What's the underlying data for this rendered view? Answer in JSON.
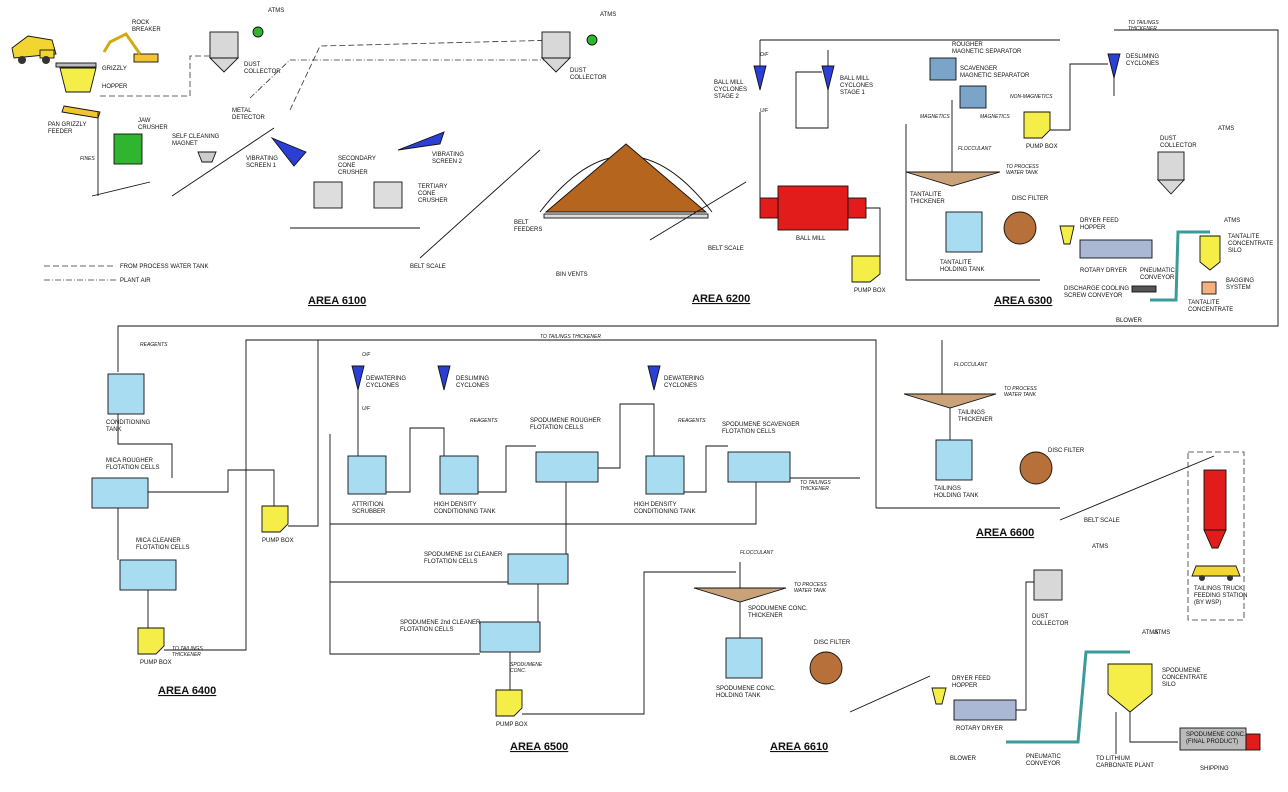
{
  "areas": {
    "a6100": "AREA 6100",
    "a6200": "AREA 6200",
    "a6300": "AREA 6300",
    "a6400": "AREA 6400",
    "a6500": "AREA 6500",
    "a6600": "AREA 6600",
    "a6610": "AREA 6610"
  },
  "legend": {
    "process_water": "FROM PROCESS WATER TANK",
    "plant_air": "PLANT AIR"
  },
  "labels6100": {
    "atms": "ATMS",
    "rock_breaker": "ROCK\nBREAKER",
    "grizzly": "GRIZZLY",
    "hopper": "HOPPER",
    "pan_feeder": "PAN GRIZZLY\nFEEDER",
    "jaw": "JAW\nCRUSHER",
    "fines": "FINES",
    "magnet": "SELF CLEANING\nMAGNET",
    "dust1": "DUST\nCOLLECTOR",
    "metal": "METAL\nDETECTOR",
    "vib1": "VIBRATING\nSCREEN 1",
    "sec_cone": "SECONDARY\nCONE\nCRUSHER",
    "ter_cone": "TERTIARY\nCONE\nCRUSHER",
    "vib2": "VIBRATING\nSCREEN 2",
    "belt_scale": "BELT SCALE"
  },
  "labels6200": {
    "dust2": "DUST\nCOLLECTOR",
    "atms": "ATMS",
    "belt_feeders": "BELT\nFEEDERS",
    "bin_vents": "BIN VENTS",
    "belt_scale": "BELT SCALE",
    "bm_cyc2": "BALL MILL\nCYCLONES\nSTAGE 2",
    "bm_cyc1": "BALL MILL\nCYCLONES\nSTAGE 1",
    "of": "O/F",
    "uf": "U/F",
    "ball_mill": "BALL MILL",
    "pump_box": "PUMP BOX"
  },
  "labels6300": {
    "rougher_mag": "ROUGHER\nMAGNETIC SEPARATOR",
    "scav_mag": "SCAVENGER\nMAGNETIC SEPARATOR",
    "non_mag": "NON-MAGNETICS",
    "magnetics": "MAGNETICS",
    "tailings_thk": "TO TAILINGS\nTHICKENER",
    "desliming": "DESLIMING\nCYCLONES",
    "pump_box": "PUMP BOX",
    "flocculant": "FLOCCULANT",
    "to_process": "TO PROCESS\nWATER TANK",
    "tant_thk": "TANTALITE\nTHICKENER",
    "disc_filter": "DISC FILTER",
    "tant_hold": "TANTALITE\nHOLDING TANK",
    "dryer_feed": "DRYER FEED\nHOPPER",
    "rotary": "ROTARY DRYER",
    "dust3": "DUST\nCOLLECTOR",
    "atms": "ATMS",
    "tant_silo": "TANTALITE\nCONCENTRATE\nSILO",
    "pneumatic": "PNEUMATIC\nCONVEYOR",
    "bagging": "BAGGING\nSYSTEM",
    "tant_conc": "TANTALITE\nCONCENTRATE",
    "discharge": "DISCHARGE COOLING\nSCREW CONVEYOR",
    "blower": "BLOWER"
  },
  "labels6400": {
    "reagents": "REAGENTS",
    "conditioning": "CONDITIONING\nTANK",
    "mica_rough": "MICA ROUGHER\nFLOTATION CELLS",
    "mica_clean": "MICA CLEANER\nFLOTATION CELLS",
    "pump_box": "PUMP BOX",
    "to_tail": "TO TAILINGS\nTHICKENER",
    "pump_box2": "PUMP BOX",
    "to_tail_top": "TO TAILINGS THICKENER"
  },
  "labels6500": {
    "dew_cyc": "DEWATERING\nCYCLONES",
    "desl_cyc": "DESLIMING\nCYCLONES",
    "reagents": "REAGENTS",
    "attrition": "ATTRITION\nSCRUBBER",
    "hd_cond": "HIGH DENSITY\nCONDITIONING TANK",
    "spod_rough": "SPODUMENE ROUGHER\nFLOTATION CELLS",
    "dew_cyc2": "DEWATERING\nCYCLONES",
    "reagents2": "REAGENTS",
    "hd_cond2": "HIGH DENSITY\nCONDITIONING TANK",
    "spod_scav": "SPODUMENE SCAVENGER\nFLOTATION CELLS",
    "to_tail": "TO TAILINGS\nTHICKENER",
    "clean1": "SPODUMENE 1st CLEANER\nFLOTATION CELLS",
    "clean2": "SPODUMENE 2nd CLEANER\nFLOTATION CELLS",
    "spod_conc": "SPODUMENE\nCONC.",
    "pump_box": "PUMP BOX",
    "of": "O/F",
    "uf": "U/F"
  },
  "labels6600": {
    "flocculant": "FLOCCULANT",
    "to_process": "TO PROCESS\nWATER TANK",
    "tail_thk": "TAILINGS\nTHICKENER",
    "disc_filter": "DISC FILTER",
    "tail_hold": "TAILINGS\nHOLDING TANK",
    "belt_scale": "BELT SCALE",
    "truck": "TAILINGS TRUCK\nFEEDING STATION\n(BY WSP)"
  },
  "labels6610": {
    "flocculant": "FLOCCULANT",
    "to_process": "TO PROCESS\nWATER TANK",
    "spod_thk": "SPODUMENE CONC.\nTHICKENER",
    "disc_filter": "DISC FILTER",
    "spod_hold": "SPODUMENE CONC.\nHOLDING TANK",
    "dryer_feed": "DRYER FEED\nHOPPER",
    "rotary": "ROTARY DRYER",
    "blower": "BLOWER",
    "pneumatic": "PNEUMATIC\nCONVEYOR",
    "dust": "DUST\nCOLLECTOR",
    "atms": "ATMS",
    "spod_silo": "SPODUMENE\nCONCENTRATE\nSILO",
    "lithium": "TO LITHIUM\nCARBONATE PLANT",
    "final": "SPODUMENE CONC.\n(FINAL PRODUCT)",
    "shipping": "SHIPPING"
  },
  "colors": {
    "yellow": "#f5ee48",
    "blue": "#2b3fd6",
    "cyan": "#a8dcf0",
    "red": "#e21b1b",
    "brown": "#b5651d",
    "green": "#2fb52f",
    "gray": "#d8d8d8"
  }
}
